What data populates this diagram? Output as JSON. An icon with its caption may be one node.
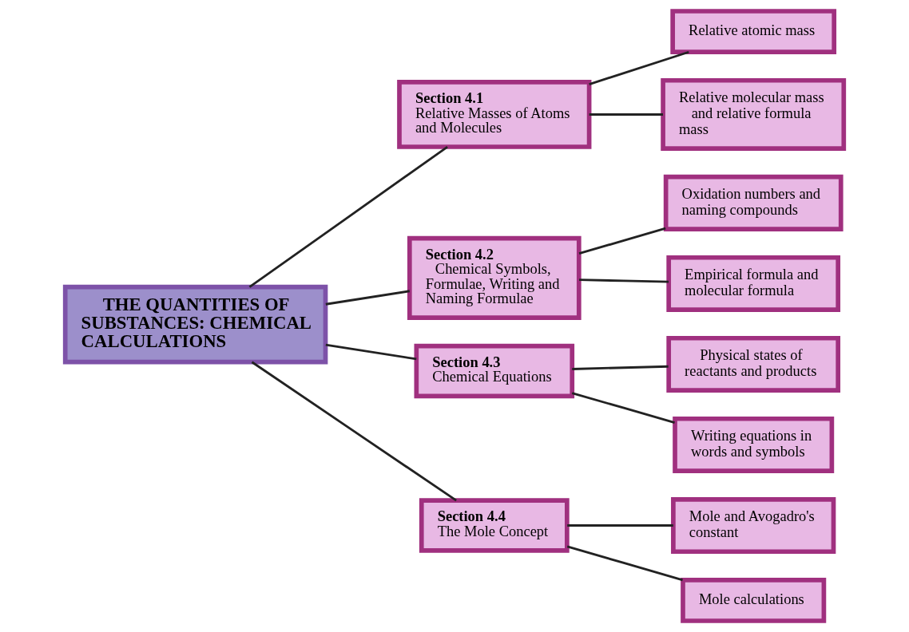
{
  "diagram": {
    "nodes": [
      {
        "text": [
          "THE QUANTITIES OF SUBSTANCES: CHEMICAL CALCULATIONS"
        ]
      },
      {
        "text": [
          "Section 4.1",
          "Relative Masses of Atoms and Molecules"
        ]
      },
      {
        "text": [
          "Relative atomic mass"
        ]
      },
      {
        "text": [
          "Relative molecular mass and relative formula mass"
        ]
      },
      {
        "text": [
          "Section 4.2",
          "Chemical Symbols, Formulae, Writing and Naming Formulae"
        ]
      },
      {
        "text": [
          "Oxidation numbers and naming compounds"
        ]
      },
      {
        "text": [
          "Empirical formula and molecular formula"
        ]
      },
      {
        "text": [
          "Section 4.3",
          "Chemical Equations"
        ]
      },
      {
        "text": [
          "Physical states of reactants and products"
        ]
      },
      {
        "text": [
          "Writing equations in words and symbols"
        ]
      },
      {
        "text": [
          "Section 4.4",
          "The Mole Concept"
        ]
      },
      {
        "text": [
          "Mole and Avogadro's constant"
        ]
      },
      {
        "text": [
          "Mole calculations"
        ]
      }
    ],
    "edges": [
      {
        "from": 0,
        "to": 1,
        "arrow": "none"
      },
      {
        "from": 0,
        "to": 4,
        "arrow": "none"
      },
      {
        "from": 0,
        "to": 7,
        "arrow": "none"
      },
      {
        "from": 0,
        "to": 10,
        "arrow": "none"
      },
      {
        "from": 1,
        "to": 2,
        "arrow": "none"
      },
      {
        "from": 1,
        "to": 3,
        "arrow": "none"
      },
      {
        "from": 4,
        "to": 5,
        "arrow": "none"
      },
      {
        "from": 4,
        "to": 6,
        "arrow": "none"
      },
      {
        "from": 7,
        "to": 8,
        "arrow": "none"
      },
      {
        "from": 7,
        "to": 9,
        "arrow": "none"
      },
      {
        "from": 10,
        "to": 11,
        "arrow": "none"
      },
      {
        "from": 10,
        "to": 12,
        "arrow": "none"
      }
    ]
  }
}
